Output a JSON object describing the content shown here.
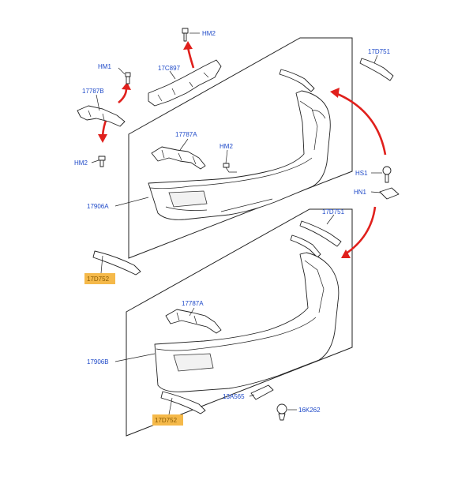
{
  "labels": {
    "hm2_top": "HM2",
    "hm1": "HM1",
    "c17c897": "17C897",
    "c17787b": "17787B",
    "hm2_left": "HM2",
    "c17787a_upper": "17787A",
    "hm2_mid": "HM2",
    "c17906a": "17906A",
    "c17d751_top": "17D751",
    "hs1": "HS1",
    "hn1": "HN1",
    "c17d751_lower": "17D751",
    "c17d752_upper": "17D752",
    "c17787a_lower": "17787A",
    "c17906b": "17906B",
    "c13a565": "13A565",
    "c16k262": "16K262",
    "c17d752_lower": "17D752"
  },
  "colors": {
    "label_text": "#1e49c8",
    "highlight": "#f5b94a",
    "arrow": "#e0201c"
  }
}
